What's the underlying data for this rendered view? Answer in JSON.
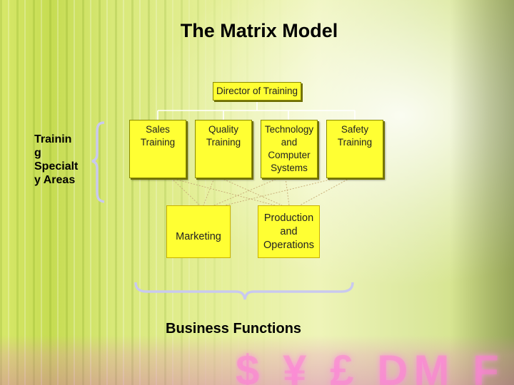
{
  "slide": {
    "title": "The Matrix Model",
    "side_label": "Training Specialty Areas",
    "side_label_rendered": [
      "Trainin",
      "g",
      "Specialt",
      "y Areas"
    ],
    "bottom_label": "Business Functions",
    "background_text": "$ ¥ £ DM F"
  },
  "org_chart": {
    "top": {
      "label": "Director of Training"
    },
    "specialties": [
      {
        "lines": [
          "Sales",
          "Training"
        ]
      },
      {
        "lines": [
          "Quality",
          "Training"
        ]
      },
      {
        "lines": [
          "Technology",
          "and",
          "Computer",
          "Systems"
        ]
      },
      {
        "lines": [
          "Safety",
          "Training"
        ]
      }
    ],
    "functions": [
      {
        "label": "Marketing"
      },
      {
        "lines": [
          "Production",
          "and",
          "Operations"
        ]
      }
    ]
  },
  "colors": {
    "box_fill": "#ffff33",
    "connector": "#ffffff",
    "matrix_link": "#c9b07a",
    "brace": "#c9c9ef"
  }
}
